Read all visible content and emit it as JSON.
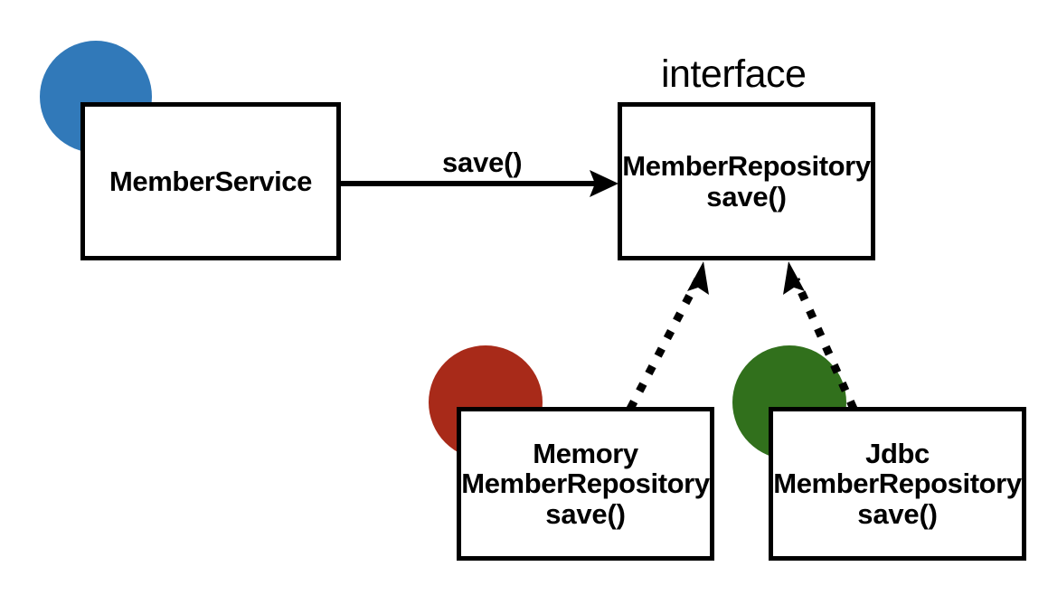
{
  "diagram": {
    "title": "MemberService to MemberRepository UML class diagram",
    "background_color": "#ffffff",
    "stroke_color": "#000000",
    "nodes": [
      {
        "id": "member-service",
        "name_lines": [
          "MemberService"
        ],
        "method": "",
        "stereotype": "",
        "badge_color": "#3179b9",
        "badge_label": "blue-bean-circle"
      },
      {
        "id": "member-repository",
        "name_lines": [
          "MemberRepository"
        ],
        "method": "save()",
        "stereotype": "interface",
        "badge_color": "",
        "badge_label": ""
      },
      {
        "id": "memory-member-repository",
        "name_lines": [
          "Memory",
          "MemberRepository"
        ],
        "method": "save()",
        "stereotype": "",
        "badge_color": "#a82a19",
        "badge_label": "red-bean-circle"
      },
      {
        "id": "jdbc-member-repository",
        "name_lines": [
          "Jdbc",
          "MemberRepository"
        ],
        "method": "save()",
        "stereotype": "",
        "badge_color": "#31701c",
        "badge_label": "green-bean-circle"
      }
    ],
    "edges": [
      {
        "id": "service-to-repository",
        "from": "member-service",
        "to": "member-repository",
        "label": "save()",
        "style": "solid",
        "arrow": "open-arrow"
      },
      {
        "id": "memory-implements-repository",
        "from": "memory-member-repository",
        "to": "member-repository",
        "label": "",
        "style": "dotted",
        "arrow": "closed-triangle"
      },
      {
        "id": "jdbc-implements-repository",
        "from": "jdbc-member-repository",
        "to": "member-repository",
        "label": "",
        "style": "dotted",
        "arrow": "closed-triangle"
      }
    ]
  }
}
